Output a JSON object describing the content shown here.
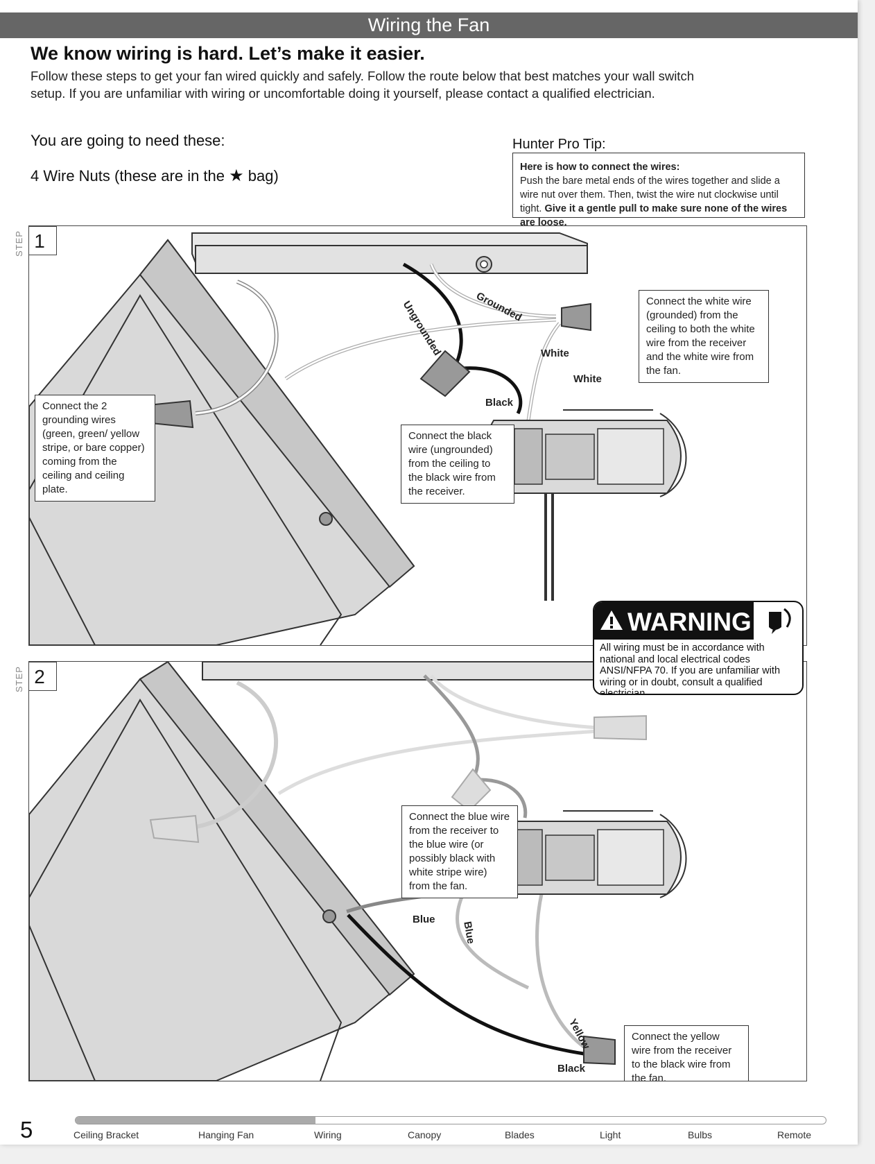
{
  "header": {
    "title": "Wiring the Fan"
  },
  "intro": {
    "headline": "We know wiring is hard. Let’s make it easier.",
    "body": "Follow these steps to get your fan wired quickly and safely. Follow the route below that best matches your wall switch setup. If you are unfamiliar with wiring or uncomfortable doing it yourself, please contact a qualified electrician."
  },
  "supplies": {
    "title": "You are going to need these:",
    "item_prefix": "4 Wire Nuts (these are in the",
    "item_icon": "star-icon",
    "item_suffix": "bag)"
  },
  "tip": {
    "title": "Hunter Pro Tip:",
    "heading": "Here is how to connect the wires:",
    "body": "Push the bare metal ends of the wires together and slide a wire nut over them. Then, twist the wire nut clockwise until tight.",
    "emphasis": "Give it a gentle pull to make sure none of the wires are loose."
  },
  "steps": [
    {
      "label": "STEP",
      "number": "1",
      "callouts": {
        "grounding": "Connect the 2 grounding wires (green, green/ yellow stripe, or bare copper) coming from the ceiling and ceiling plate.",
        "black": "Connect the black wire (ungrounded) from the ceiling to the black wire from the receiver.",
        "white": "Connect the white wire (grounded) from the ceiling to both the white wire from the receiver and the white wire from the fan."
      },
      "wire_labels": {
        "ungrounded": "Ungrounded",
        "grounded": "Grounded",
        "white1": "White",
        "white2": "White",
        "black": "Black"
      }
    },
    {
      "label": "STEP",
      "number": "2",
      "callouts": {
        "blue": "Connect the blue wire from the receiver to the blue wire (or possibly black with white stripe wire) from the fan.",
        "yellow": "Connect the yellow wire from the receiver to the black wire from the fan."
      },
      "wire_labels": {
        "blue1": "Blue",
        "blue2": "Blue",
        "yellow": "Yellow",
        "black": "Black"
      }
    }
  ],
  "warning": {
    "title": "WARNING",
    "icon": "electric-hand-icon",
    "body": "All wiring must be in accordance with national and local electrical codes ANSI/NFPA 70. If you are unfamiliar with wiring or in doubt, consult a qualified electrician."
  },
  "footer": {
    "page_number": "5",
    "progress_percent": 32,
    "sections": [
      "Ceiling Bracket",
      "Hanging Fan",
      "Wiring",
      "Canopy",
      "Blades",
      "Light",
      "Bulbs",
      "Remote"
    ]
  },
  "colors": {
    "banner": "#666666",
    "wire_black": "#111111",
    "wire_gray": "#9a9a9a"
  }
}
